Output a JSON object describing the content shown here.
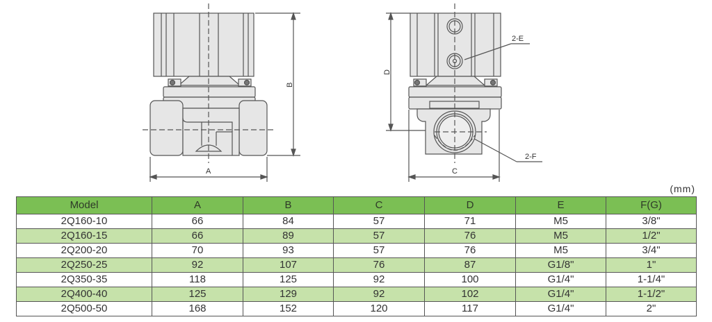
{
  "drawing": {
    "front_view": {
      "dimension_labels": {
        "width": "A",
        "height": "B"
      }
    },
    "side_view": {
      "dimension_labels": {
        "width": "C",
        "height": "D"
      },
      "callouts": [
        "2-E",
        "2-F"
      ]
    }
  },
  "table": {
    "unit": "(mm)",
    "headers": [
      "Model",
      "A",
      "B",
      "C",
      "D",
      "E",
      "F(G)"
    ],
    "rows": [
      [
        "2Q160-10",
        "66",
        "84",
        "57",
        "71",
        "M5",
        "3/8\""
      ],
      [
        "2Q160-15",
        "66",
        "89",
        "57",
        "76",
        "M5",
        "1/2\""
      ],
      [
        "2Q200-20",
        "70",
        "93",
        "57",
        "76",
        "M5",
        "3/4\""
      ],
      [
        "2Q250-25",
        "92",
        "107",
        "76",
        "87",
        "G1/8\"",
        "1\""
      ],
      [
        "2Q350-35",
        "118",
        "125",
        "92",
        "100",
        "G1/4\"",
        "1-1/4\""
      ],
      [
        "2Q400-40",
        "125",
        "129",
        "92",
        "102",
        "G1/4\"",
        "1-1/2\""
      ],
      [
        "2Q500-50",
        "168",
        "152",
        "120",
        "117",
        "G1/4\"",
        "2\""
      ]
    ]
  },
  "colors": {
    "header_bg": "#7bbf54",
    "alt_row_bg": "#c6e2aa",
    "drawing_fill": "#e6e6e6",
    "drawing_stroke": "#555555"
  }
}
